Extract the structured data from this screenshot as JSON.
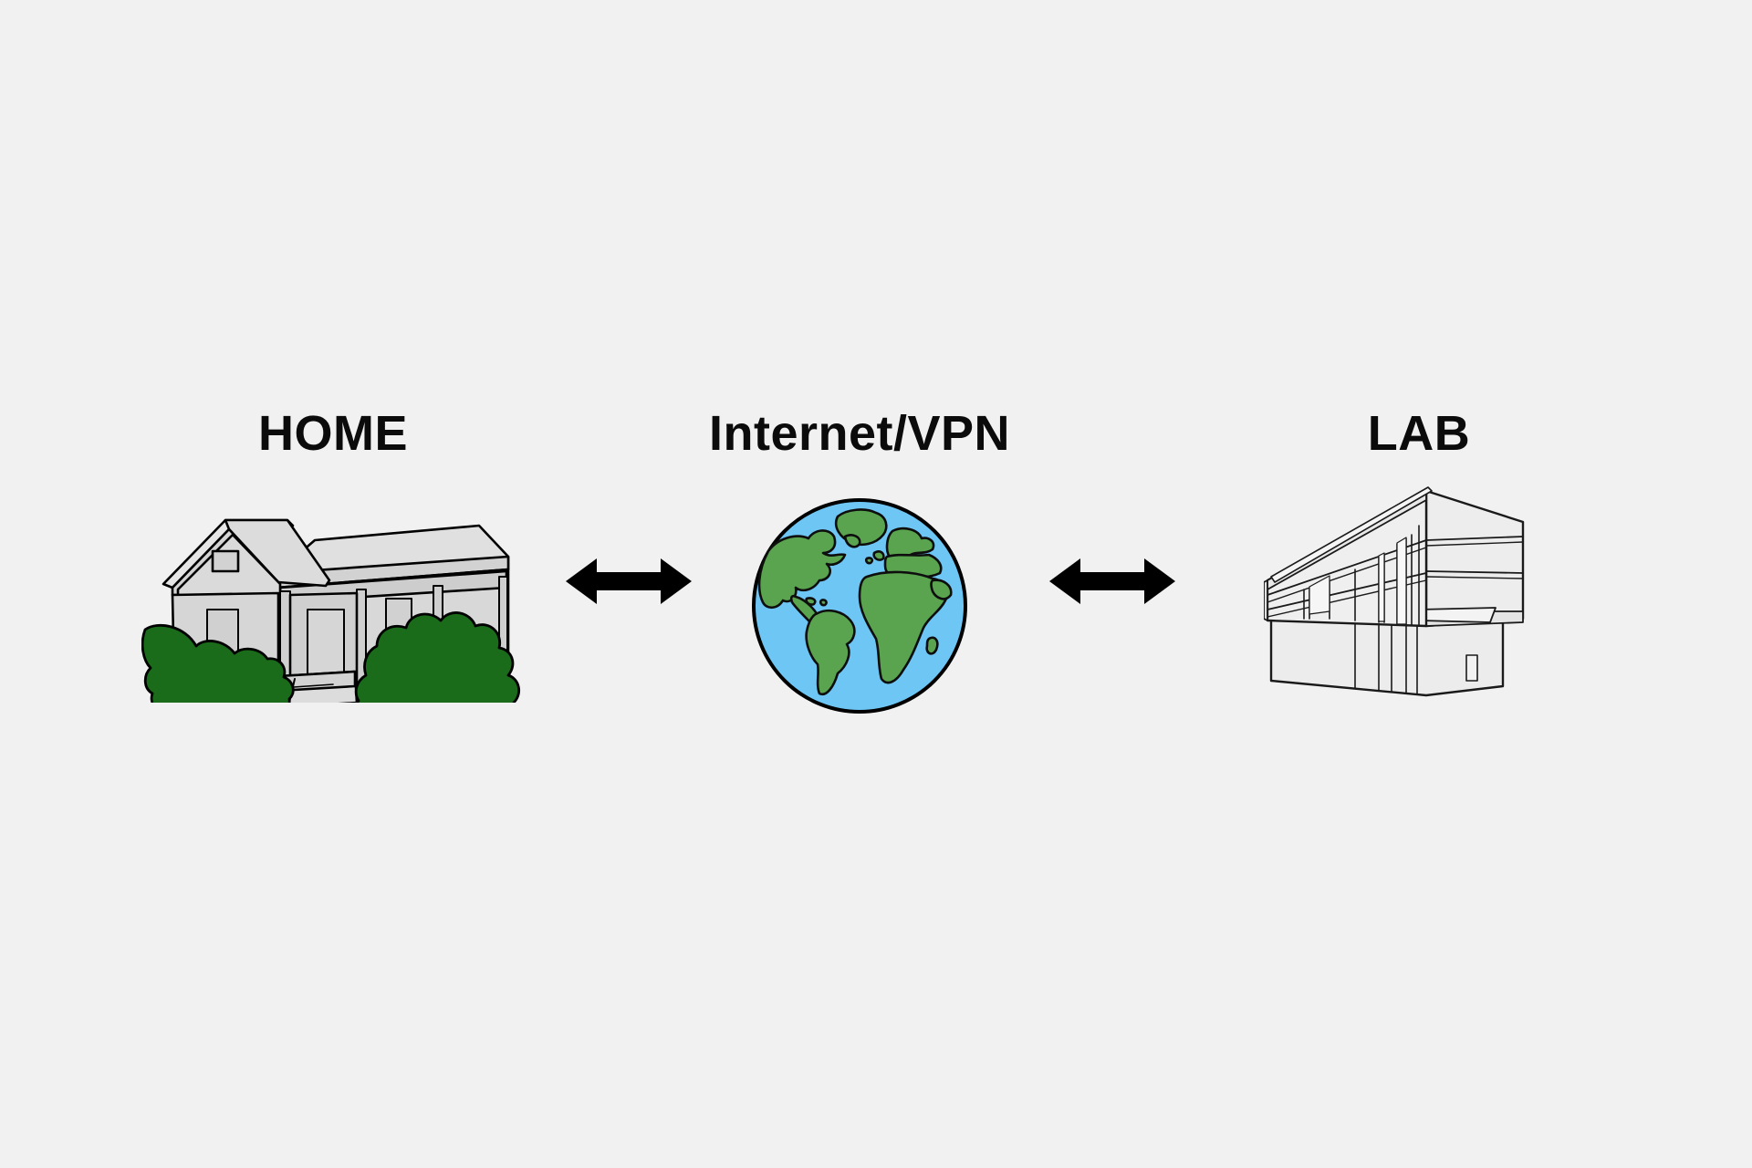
{
  "diagram": {
    "title": "Remote access connectivity diagram",
    "background_color": "#f1f1f1",
    "nodes": [
      {
        "id": "home",
        "label": "HOME",
        "icon": "house-icon",
        "colors": {
          "wall": "#d6d6d6",
          "wall_shade": "#c8c8c8",
          "roof": "#dddddd",
          "outline": "#000000",
          "bush": "#1a6b1a"
        }
      },
      {
        "id": "internet",
        "label": "Internet/VPN",
        "icon": "globe-icon",
        "colors": {
          "ocean": "#6ec6f5",
          "land": "#5aa450",
          "outline": "#000000"
        }
      },
      {
        "id": "lab",
        "label": "LAB",
        "icon": "office-building-icon",
        "colors": {
          "facade": "#ededed",
          "facade_light": "#f7f7f7",
          "facade_shade": "#e2e2e2",
          "outline": "#1a1a1a"
        }
      }
    ],
    "connectors": [
      {
        "id": "home-internet",
        "icon": "double-headed-arrow-icon",
        "from": "HOME",
        "to": "Internet/VPN",
        "direction": "bidirectional",
        "color": "#000000"
      },
      {
        "id": "internet-lab",
        "icon": "double-headed-arrow-icon",
        "from": "Internet/VPN",
        "to": "LAB",
        "direction": "bidirectional",
        "color": "#000000"
      }
    ]
  }
}
